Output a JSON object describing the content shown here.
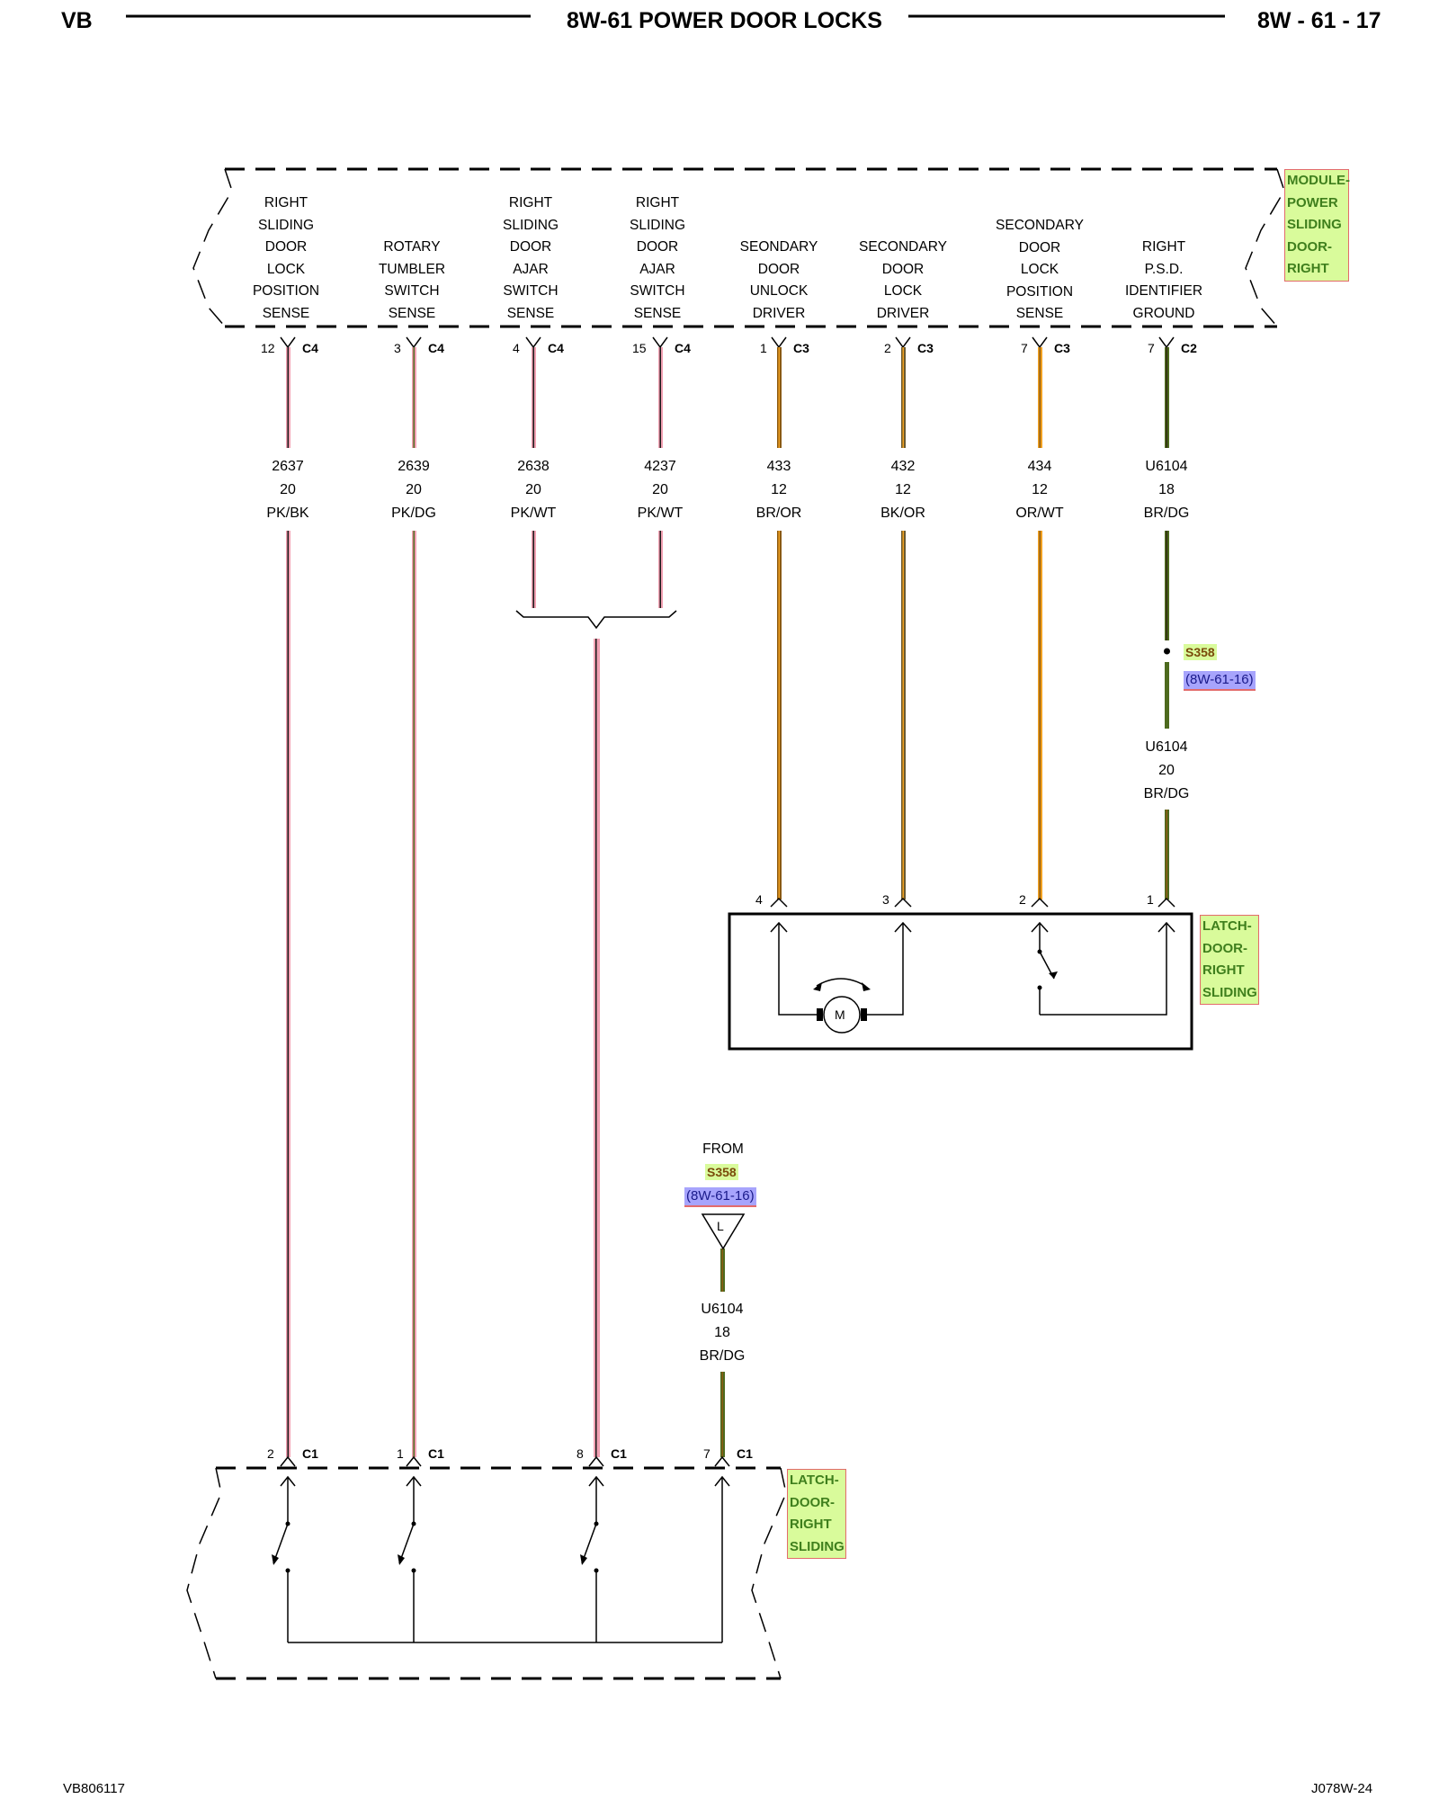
{
  "header": {
    "left": "VB",
    "title": "8W-61 POWER DOOR LOCKS",
    "page": "8W - 61 - 17"
  },
  "footer": {
    "left": "VB806117",
    "right": "J078W-24"
  },
  "module": {
    "name": [
      "MODULE-",
      "POWER",
      "SLIDING",
      "DOOR-",
      "RIGHT"
    ],
    "pins": [
      {
        "label": [
          "RIGHT",
          "SLIDING",
          "DOOR",
          "LOCK",
          "POSITION",
          "SENSE"
        ],
        "pin": "12",
        "conn": "C4"
      },
      {
        "label": [
          "ROTARY",
          "TUMBLER",
          "SWITCH",
          "SENSE"
        ],
        "pin": "3",
        "conn": "C4"
      },
      {
        "label": [
          "RIGHT",
          "SLIDING",
          "DOOR",
          "AJAR",
          "SWITCH",
          "SENSE"
        ],
        "pin": "4",
        "conn": "C4"
      },
      {
        "label": [
          "RIGHT",
          "SLIDING",
          "DOOR",
          "AJAR",
          "SWITCH",
          "SENSE"
        ],
        "pin": "15",
        "conn": "C4"
      },
      {
        "label": [
          "SEONDARY",
          "DOOR",
          "UNLOCK",
          "DRIVER"
        ],
        "pin": "1",
        "conn": "C3"
      },
      {
        "label": [
          "SECONDARY",
          "DOOR",
          "LOCK",
          "DRIVER"
        ],
        "pin": "2",
        "conn": "C3"
      },
      {
        "label": [
          "SECONDARY",
          "DOOR",
          "LOCK",
          "POSITION",
          "SENSE"
        ],
        "pin": "7",
        "conn": "C3"
      },
      {
        "label": [
          "RIGHT",
          "P.S.D.",
          "IDENTIFIER",
          "GROUND"
        ],
        "pin": "7",
        "conn": "C2"
      }
    ]
  },
  "wires": [
    {
      "circuit": "2637",
      "gauge": "20",
      "color": "PK/BK"
    },
    {
      "circuit": "2639",
      "gauge": "20",
      "color": "PK/DG"
    },
    {
      "circuit": "2638",
      "gauge": "20",
      "color": "PK/WT"
    },
    {
      "circuit": "4237",
      "gauge": "20",
      "color": "PK/WT"
    },
    {
      "circuit": "433",
      "gauge": "12",
      "color": "BR/OR"
    },
    {
      "circuit": "432",
      "gauge": "12",
      "color": "BK/OR"
    },
    {
      "circuit": "434",
      "gauge": "12",
      "color": "OR/WT"
    },
    {
      "circuit": "U6104",
      "gauge": "18",
      "color": "BR/DG"
    }
  ],
  "splice": {
    "name": "S358",
    "ref": "(8W-61-16)"
  },
  "splice_wire": {
    "circuit": "U6104",
    "gauge": "20",
    "color": "BR/DG"
  },
  "latch_upper": {
    "name": [
      "LATCH-",
      "DOOR-",
      "RIGHT",
      "SLIDING"
    ],
    "pins": [
      "4",
      "3",
      "2",
      "1"
    ],
    "motor_label": "M"
  },
  "ground_feed": {
    "from": "FROM",
    "splice": "S358",
    "ref": "(8W-61-16)",
    "symbol": "L",
    "circuit": "U6104",
    "gauge": "18",
    "color": "BR/DG"
  },
  "latch_lower": {
    "name": [
      "LATCH-",
      "DOOR-",
      "RIGHT",
      "SLIDING"
    ],
    "pins": [
      {
        "pin": "2",
        "conn": "C1"
      },
      {
        "pin": "1",
        "conn": "C1"
      },
      {
        "pin": "8",
        "conn": "C1"
      },
      {
        "pin": "7",
        "conn": "C1"
      }
    ]
  },
  "colors": {
    "pink": "#f2a0b2",
    "black": "#1a1a1a",
    "dark_green": "#4d6a1e",
    "white": "#ffffff",
    "brown": "#8b5a12",
    "orange": "#f0a020",
    "tag_bg": "#d9fb9b",
    "tag_border": "#e36b6b",
    "ref_bg": "#a7a4fc"
  }
}
